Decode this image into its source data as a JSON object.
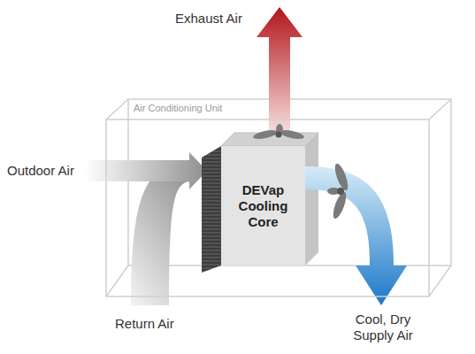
{
  "diagram": {
    "nodes": [
      {
        "text": [
          "Air Conditioning Unit"
        ]
      },
      {
        "text": [
          "DEVap Cooling Core"
        ],
        "in": 0
      }
    ],
    "labels": [
      "Exhaust Air",
      "Outdoor Air",
      "Return Air",
      "Cool, Dry Supply Air"
    ]
  }
}
